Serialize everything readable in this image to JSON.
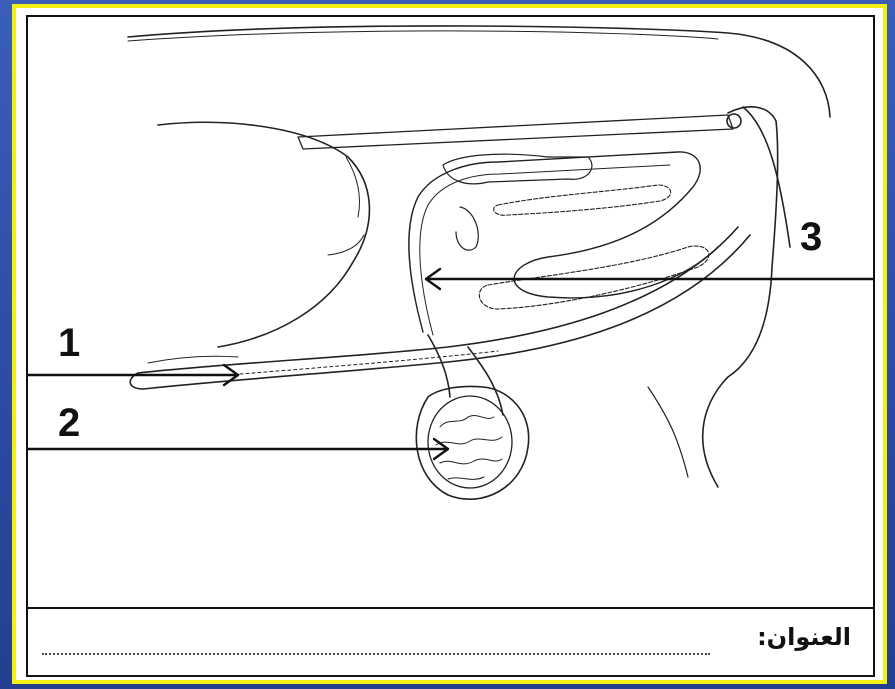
{
  "labels": {
    "one": "1",
    "two": "2",
    "three": "3"
  },
  "caption": {
    "title_label": "العنوان:"
  },
  "colors": {
    "frame": "#f4ef12",
    "background": "#2f4fa6",
    "ink": "#111111"
  }
}
